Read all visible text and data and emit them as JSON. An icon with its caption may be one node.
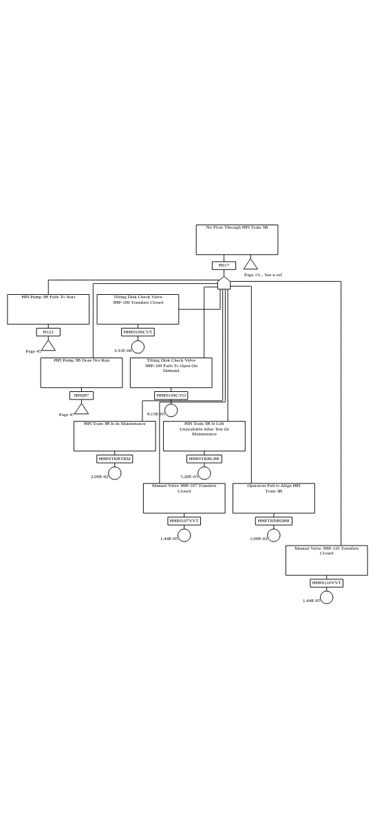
{
  "diagram": {
    "nodes": [
      {
        "text": [
          "No Flow Through HPI Train 3B"
        ]
      },
      {
        "text": [
          "H017"
        ]
      },
      {
        "text": [],
        "shape": "gate"
      },
      {
        "text": [],
        "shape": "triangle",
        "beside": [
          "Page 13... See x-ref"
        ]
      },
      {
        "text": [
          "HPI Pump 3B Fails To Start"
        ]
      },
      {
        "text": [
          "H122"
        ]
      },
      {
        "text": [],
        "shape": "triangle",
        "beside": [
          "Page 45"
        ]
      },
      {
        "text": [
          "Tilting Disk Check Valve 3HP-109 Transfers Closed"
        ]
      },
      {
        "text": [
          "HHP0109CVT"
        ]
      },
      {
        "text": [],
        "shape": "circle",
        "beside": [
          "3.31E-06"
        ]
      },
      {
        "text": [
          "HPI Pump 3B Does Not Run"
        ]
      },
      {
        "text": [
          "HPI087"
        ]
      },
      {
        "text": [],
        "shape": "triangle",
        "beside": [
          "Page 47"
        ]
      },
      {
        "text": [
          "Tilting Disk Check Valve 3HP-109 Fails To Open On Demand"
        ]
      },
      {
        "text": [
          "HHP0109CVO"
        ]
      },
      {
        "text": [],
        "shape": "circle",
        "beside": [
          "8.15E-05"
        ]
      },
      {
        "text": [
          "HPI Train 3B Is In Maintenance"
        ]
      },
      {
        "text": [
          "HHP0TRBTRM"
        ]
      },
      {
        "text": [],
        "shape": "circle",
        "beside": [
          "2.00E-02"
        ]
      },
      {
        "text": [
          "HPI Train 3B Is Left Unavailable After Test Or Maintenance"
        ]
      },
      {
        "text": [
          "HHP0TRBLHE"
        ]
      },
      {
        "text": [],
        "shape": "circle",
        "beside": [
          "5.20E-05"
        ]
      },
      {
        "text": [
          "Manual Valve 3HP-107 Transfers Closed"
        ]
      },
      {
        "text": [
          "HHP0107VVT"
        ]
      },
      {
        "text": [],
        "shape": "circle",
        "beside": [
          "1.44E-05"
        ]
      },
      {
        "text": [
          "Operators Fail to Align HPI Train 3B"
        ]
      },
      {
        "text": [
          "HHPTRNBDHE"
        ]
      },
      {
        "text": [],
        "shape": "circle",
        "beside": [
          "1.00E-02"
        ]
      },
      {
        "text": [
          "Manual Valve 3HP-110 Transfers Closed"
        ]
      },
      {
        "text": [
          "HHP0110VVT"
        ]
      },
      {
        "text": [],
        "shape": "circle",
        "beside": [
          "1.44E-05"
        ]
      }
    ],
    "edges": [
      {
        "from": 0,
        "to": 1,
        "arrow": "none"
      },
      {
        "from": 1,
        "to": 2,
        "arrow": "none"
      },
      {
        "from": 0,
        "to": 3,
        "arrow": "none"
      },
      {
        "from": 2,
        "to": 4,
        "arrow": "none"
      },
      {
        "from": 2,
        "to": 7,
        "arrow": "none"
      },
      {
        "from": 2,
        "to": 10,
        "arrow": "none"
      },
      {
        "from": 2,
        "to": 13,
        "arrow": "none"
      },
      {
        "from": 2,
        "to": 16,
        "arrow": "none"
      },
      {
        "from": 2,
        "to": 19,
        "arrow": "none"
      },
      {
        "from": 2,
        "to": 22,
        "arrow": "none"
      },
      {
        "from": 2,
        "to": 25,
        "arrow": "none"
      },
      {
        "from": 2,
        "to": 28,
        "arrow": "none"
      },
      {
        "from": 4,
        "to": 5,
        "arrow": "none"
      },
      {
        "from": 5,
        "to": 6,
        "arrow": "none"
      },
      {
        "from": 7,
        "to": 8,
        "arrow": "none"
      },
      {
        "from": 8,
        "to": 9,
        "arrow": "none"
      },
      {
        "from": 10,
        "to": 11,
        "arrow": "none"
      },
      {
        "from": 11,
        "to": 12,
        "arrow": "none"
      },
      {
        "from": 13,
        "to": 14,
        "arrow": "none"
      },
      {
        "from": 14,
        "to": 15,
        "arrow": "none"
      },
      {
        "from": 16,
        "to": 17,
        "arrow": "none"
      },
      {
        "from": 17,
        "to": 18,
        "arrow": "none"
      },
      {
        "from": 19,
        "to": 20,
        "arrow": "none"
      },
      {
        "from": 20,
        "to": 21,
        "arrow": "none"
      },
      {
        "from": 22,
        "to": 23,
        "arrow": "none"
      },
      {
        "from": 23,
        "to": 24,
        "arrow": "none"
      },
      {
        "from": 25,
        "to": 26,
        "arrow": "none"
      },
      {
        "from": 26,
        "to": 27,
        "arrow": "none"
      },
      {
        "from": 28,
        "to": 29,
        "arrow": "none"
      },
      {
        "from": 29,
        "to": 30,
        "arrow": "none"
      }
    ]
  }
}
